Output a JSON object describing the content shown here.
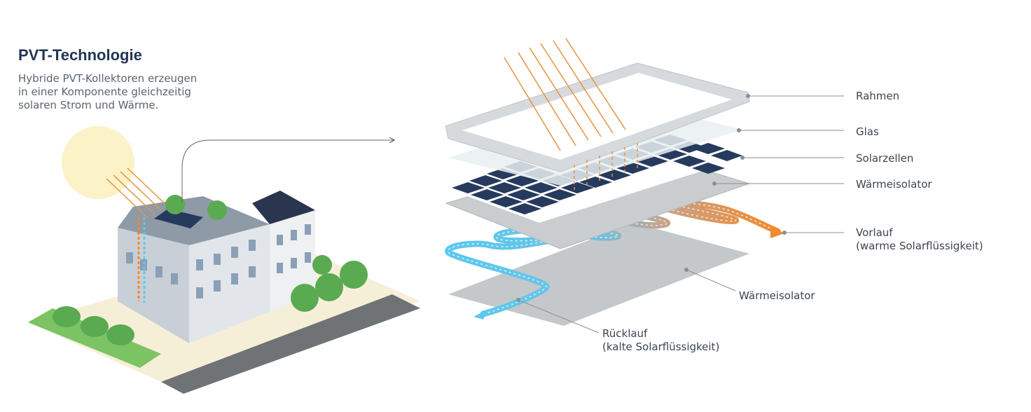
{
  "title": "PVT-Technologie",
  "subtitle_lines": [
    "Hybride PVT-Kollektoren erzeugen",
    "in einer Komponente gleichzeitig",
    "solaren Strom und Wärme."
  ],
  "labels": {
    "rahmen": "Rahmen",
    "glas": "Glas",
    "solarzellen": "Solarzellen",
    "waermeisolator_top": "Wärmeisolator",
    "vorlauf": "Vorlauf",
    "vorlauf_sub": "(warme Solarflüssigkeit)",
    "waermeisolator_bottom": "Wärmeisolator",
    "ruecklauf": "Rücklauf",
    "ruecklauf_sub": "(kalte Solarflüssigkeit)"
  },
  "colors": {
    "title": "#1f3654",
    "sun": "#fbf2c8",
    "sun_ray": "#e8933e",
    "panel_cell": "#263a5e",
    "frame": "#d6dadd",
    "plate": "#c4c8cb",
    "warm_pipe": "#f28a2e",
    "cold_pipe": "#5cc8ef",
    "tree": "#5aaa52",
    "lawn": "#7cc364",
    "road": "#707476"
  }
}
